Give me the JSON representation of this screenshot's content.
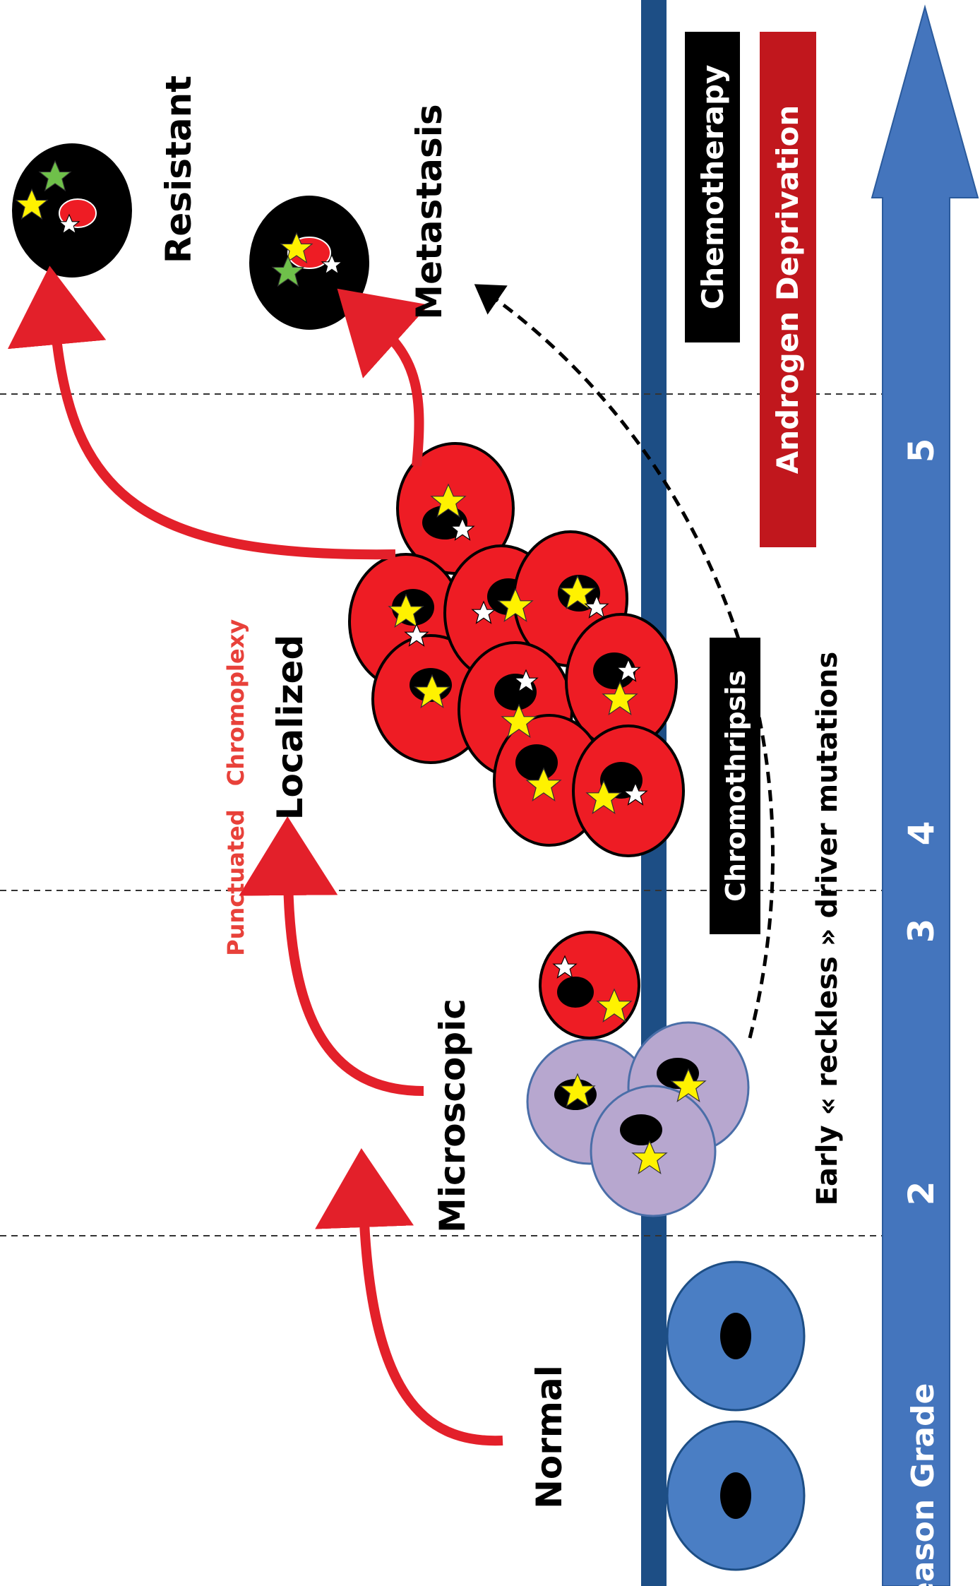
{
  "labels": {
    "normal": "Normal",
    "microscopic": "Microscopic",
    "localized": "Localized",
    "metastasis": "Metastasis",
    "resistant": "Resistant",
    "punctuated": "Punctuated",
    "chromoplexy": "Chromoplexy",
    "early_mutations": "Early « reckless » driver mutations"
  },
  "boxes": {
    "chemotherapy": "Chemotherapy",
    "androgen_deprivation": "Androgen Deprivation",
    "chromothripsis": "Chromothripsis"
  },
  "axis": {
    "title": "Gleason Grade",
    "ticks": [
      "2",
      "3",
      "4",
      "5"
    ]
  },
  "colors": {
    "arrow_red": "#e3202a",
    "tumor_red": "#ee1c24",
    "normal_blue": "#4a7ec4",
    "membrane_blue": "#1d4e85",
    "early_lavender": "#b7a7cf",
    "axis_blue": "#4475bd",
    "star_yellow": "#fff200",
    "star_green": "#6fc04a",
    "box_black": "#000000",
    "box_red": "#c1171d",
    "punctuated_text": "#e8413a"
  }
}
